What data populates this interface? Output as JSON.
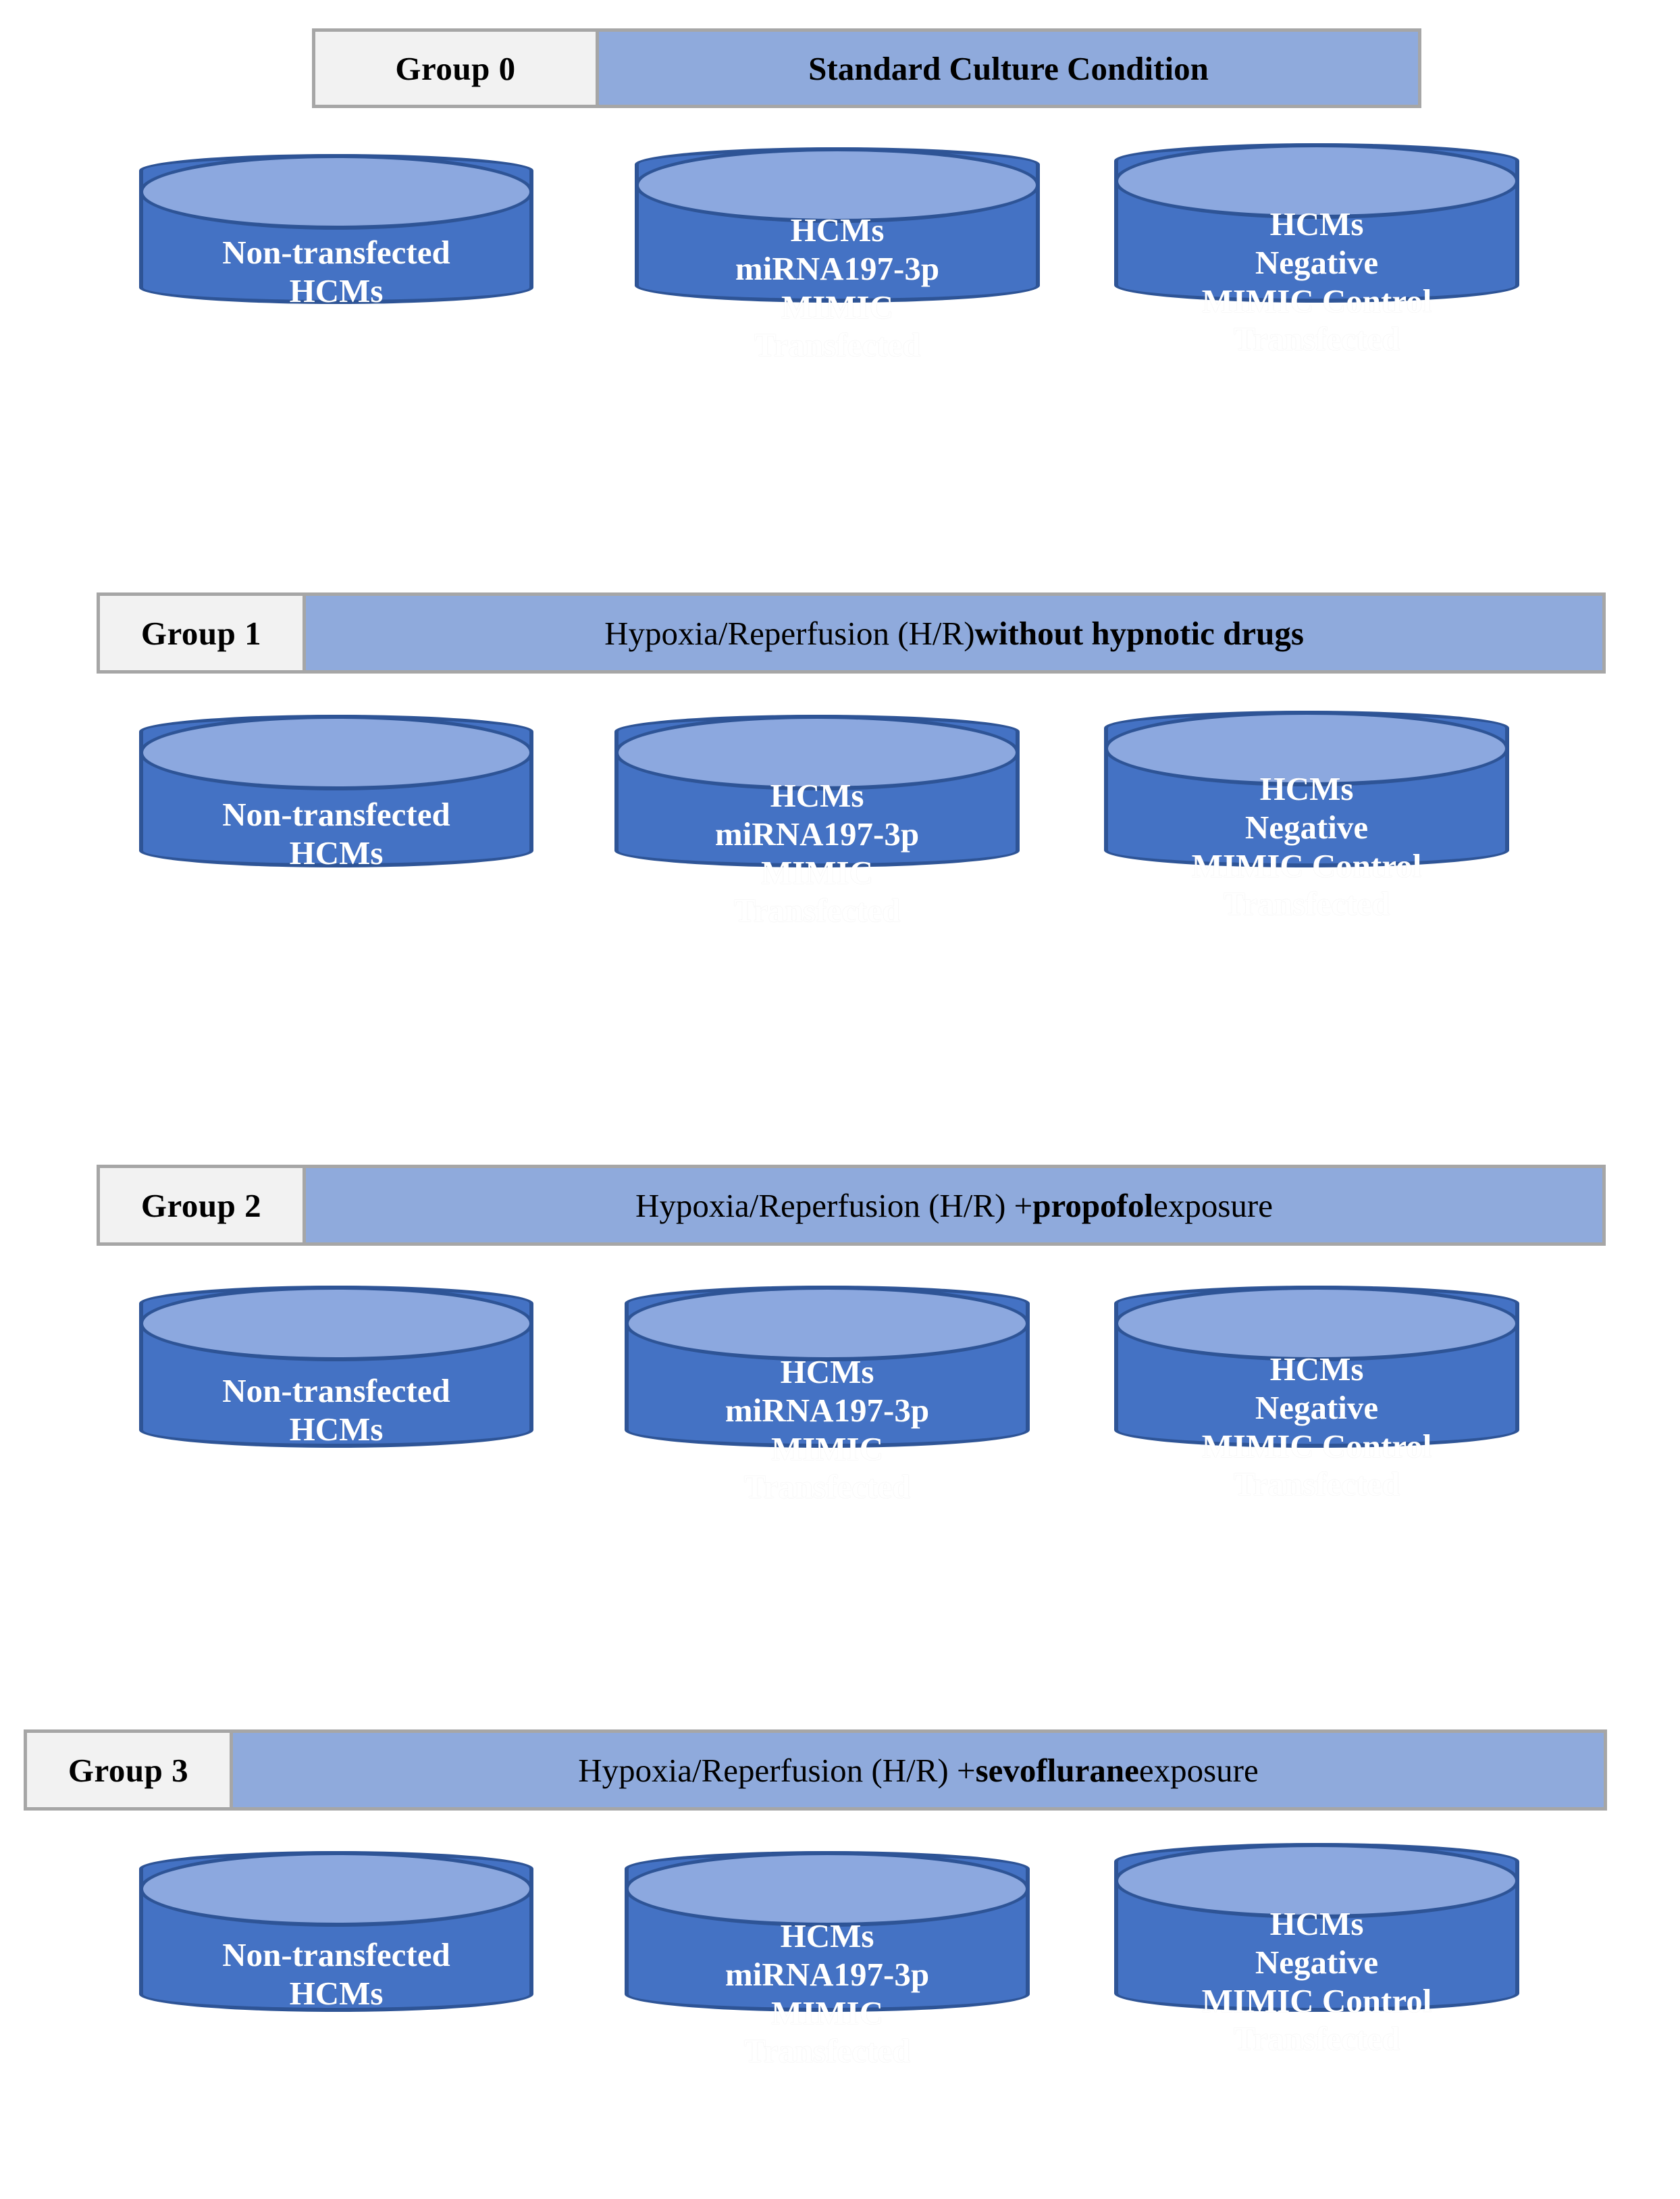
{
  "figure": {
    "type": "experimental-design-diagram",
    "colors": {
      "header_bar": "#8FAADC",
      "header_label_bg": "#F2F2F2",
      "header_border": "#A6A6A6",
      "cylinder_body": "#4472C4",
      "cylinder_top": "#8CA8DF",
      "cylinder_border": "#2E5496",
      "cylinder_text": "#FFFFFF",
      "header_text": "#000000"
    }
  },
  "groups": [
    {
      "label": "Group 0",
      "condition_plain": "Standard Culture Condition",
      "condition_bold": "",
      "condition_tail": "",
      "condition_full": "Standard Culture Condition",
      "condition_all_bold": true,
      "cylinders": [
        {
          "lines": [
            "Non-transfected",
            "HCMs"
          ]
        },
        {
          "lines": [
            "HCMs",
            "miRNA197-3p",
            "MIMIC",
            "Transfected"
          ]
        },
        {
          "lines": [
            "HCMs",
            "Negative",
            "MIMIC Control",
            "Transfected"
          ]
        }
      ]
    },
    {
      "label": "Group 1",
      "condition_plain": "Hypoxia/Reperfusion (H/R) ",
      "condition_bold": "without hypnotic drugs",
      "condition_tail": "",
      "condition_full": "Hypoxia/Reperfusion (H/R) without hypnotic drugs",
      "condition_all_bold": false,
      "cylinders": [
        {
          "lines": [
            "Non-transfected",
            "HCMs"
          ]
        },
        {
          "lines": [
            "HCMs",
            "miRNA197-3p",
            "MIMIC",
            "Transfected"
          ]
        },
        {
          "lines": [
            "HCMs",
            "Negative",
            "MIMIC Control",
            "Transfected"
          ]
        }
      ]
    },
    {
      "label": "Group 2",
      "condition_plain": "Hypoxia/Reperfusion (H/R) + ",
      "condition_bold": "propofol",
      "condition_tail": " exposure",
      "condition_full": "Hypoxia/Reperfusion (H/R) + propofol exposure",
      "condition_all_bold": false,
      "cylinders": [
        {
          "lines": [
            "Non-transfected",
            "HCMs"
          ]
        },
        {
          "lines": [
            "HCMs",
            "miRNA197-3p",
            "MIMIC",
            "Transfected"
          ]
        },
        {
          "lines": [
            "HCMs",
            "Negative",
            "MIMIC Control",
            "Transfected"
          ]
        }
      ]
    },
    {
      "label": "Group 3",
      "condition_plain": "Hypoxia/Reperfusion (H/R) + ",
      "condition_bold": "sevoflurane",
      "condition_tail": " exposure",
      "condition_full": "Hypoxia/Reperfusion (H/R) + sevoflurane exposure",
      "condition_all_bold": false,
      "cylinders": [
        {
          "lines": [
            "Non-transfected",
            "HCMs"
          ]
        },
        {
          "lines": [
            "HCMs",
            "miRNA197-3p",
            "MIMIC",
            "Transfected"
          ]
        },
        {
          "lines": [
            "HCMs",
            "Negative",
            "MIMIC Control",
            "Transfected"
          ]
        }
      ]
    }
  ]
}
